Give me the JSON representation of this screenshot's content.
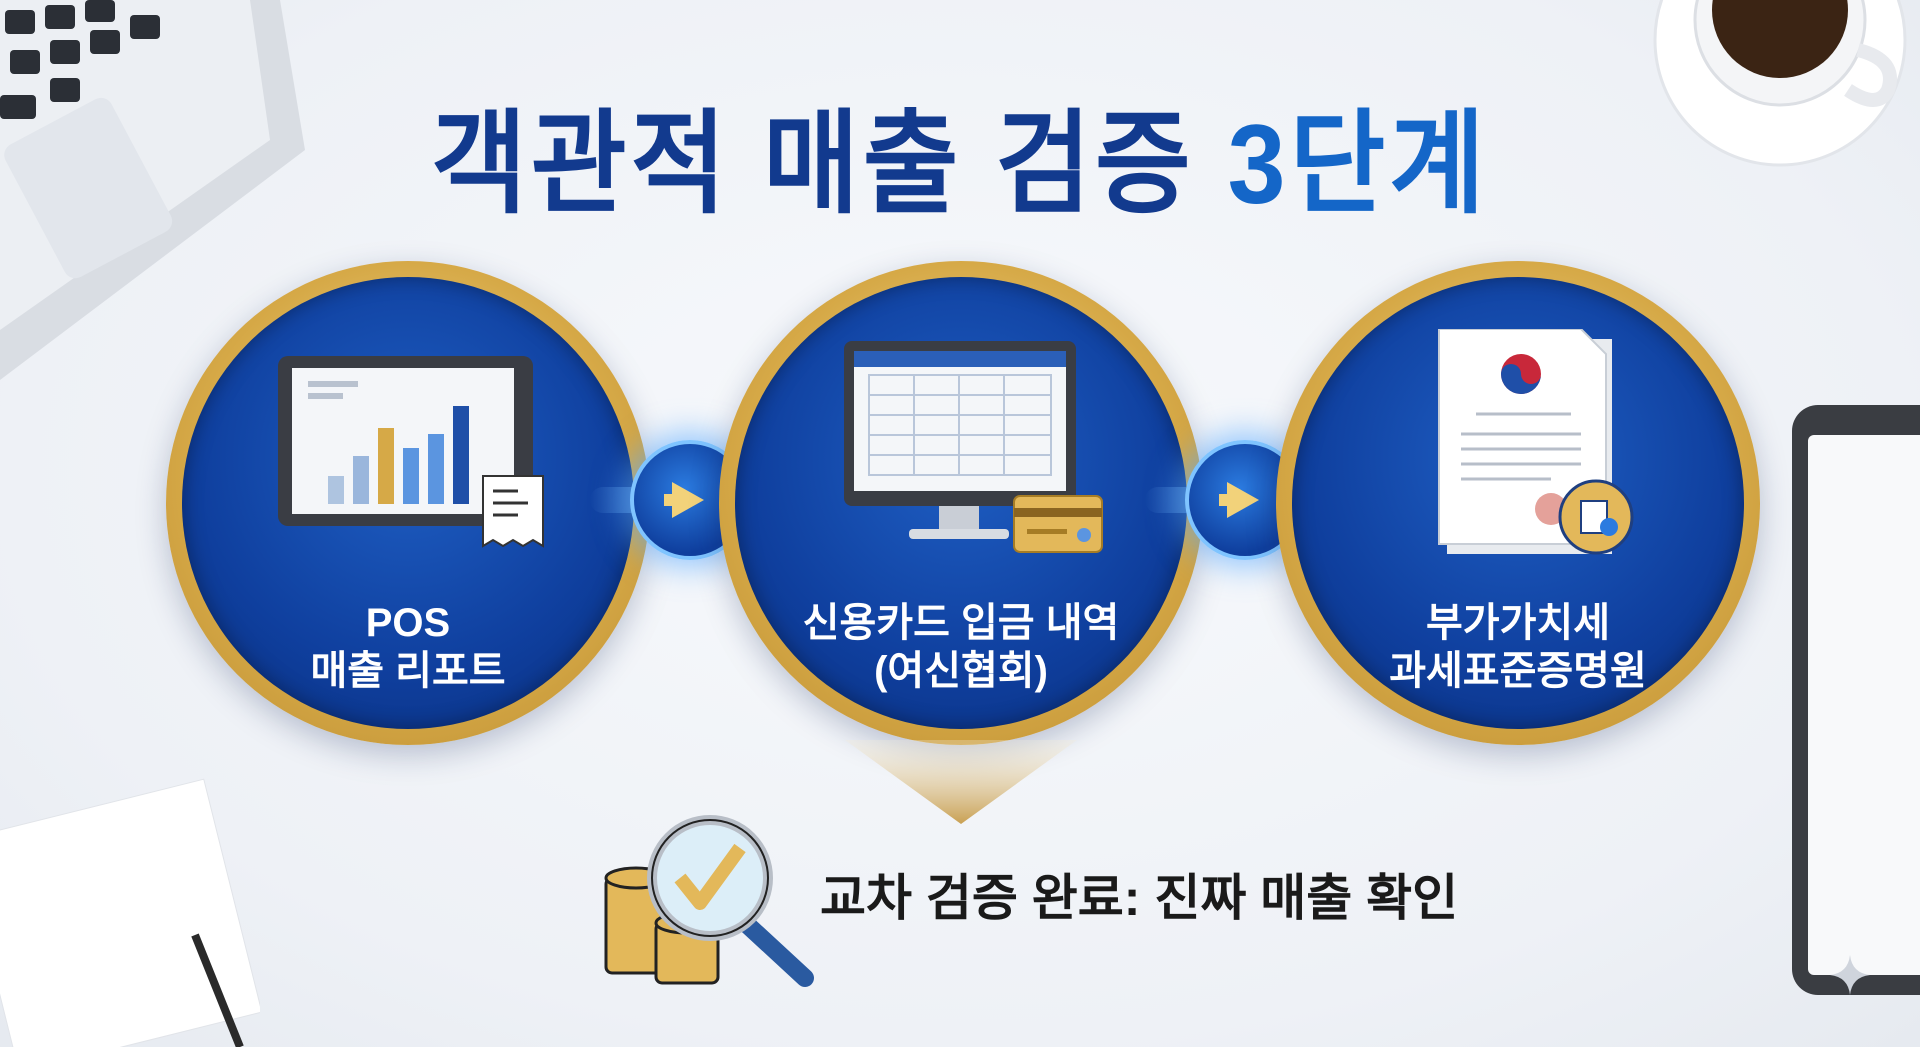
{
  "title": {
    "main": "객관적 매출 검증",
    "accent": "3단계"
  },
  "steps": [
    {
      "line1": "POS",
      "line2": "매출 리포트",
      "icon": "tablet-chart-icon"
    },
    {
      "line1": "신용카드 입금 내역",
      "line2": "(여신협회)",
      "icon": "monitor-card-icon"
    },
    {
      "line1": "부가가치세",
      "line2": "과세표준증명원",
      "icon": "certificate-document-icon"
    }
  ],
  "result": {
    "text": "교차 검증 완료: 진짜 매출 확인",
    "icon": "coins-magnifier-check-icon"
  },
  "colors": {
    "navy": "#123a8e",
    "accent": "#1466c8",
    "gold": "#d6a947"
  }
}
